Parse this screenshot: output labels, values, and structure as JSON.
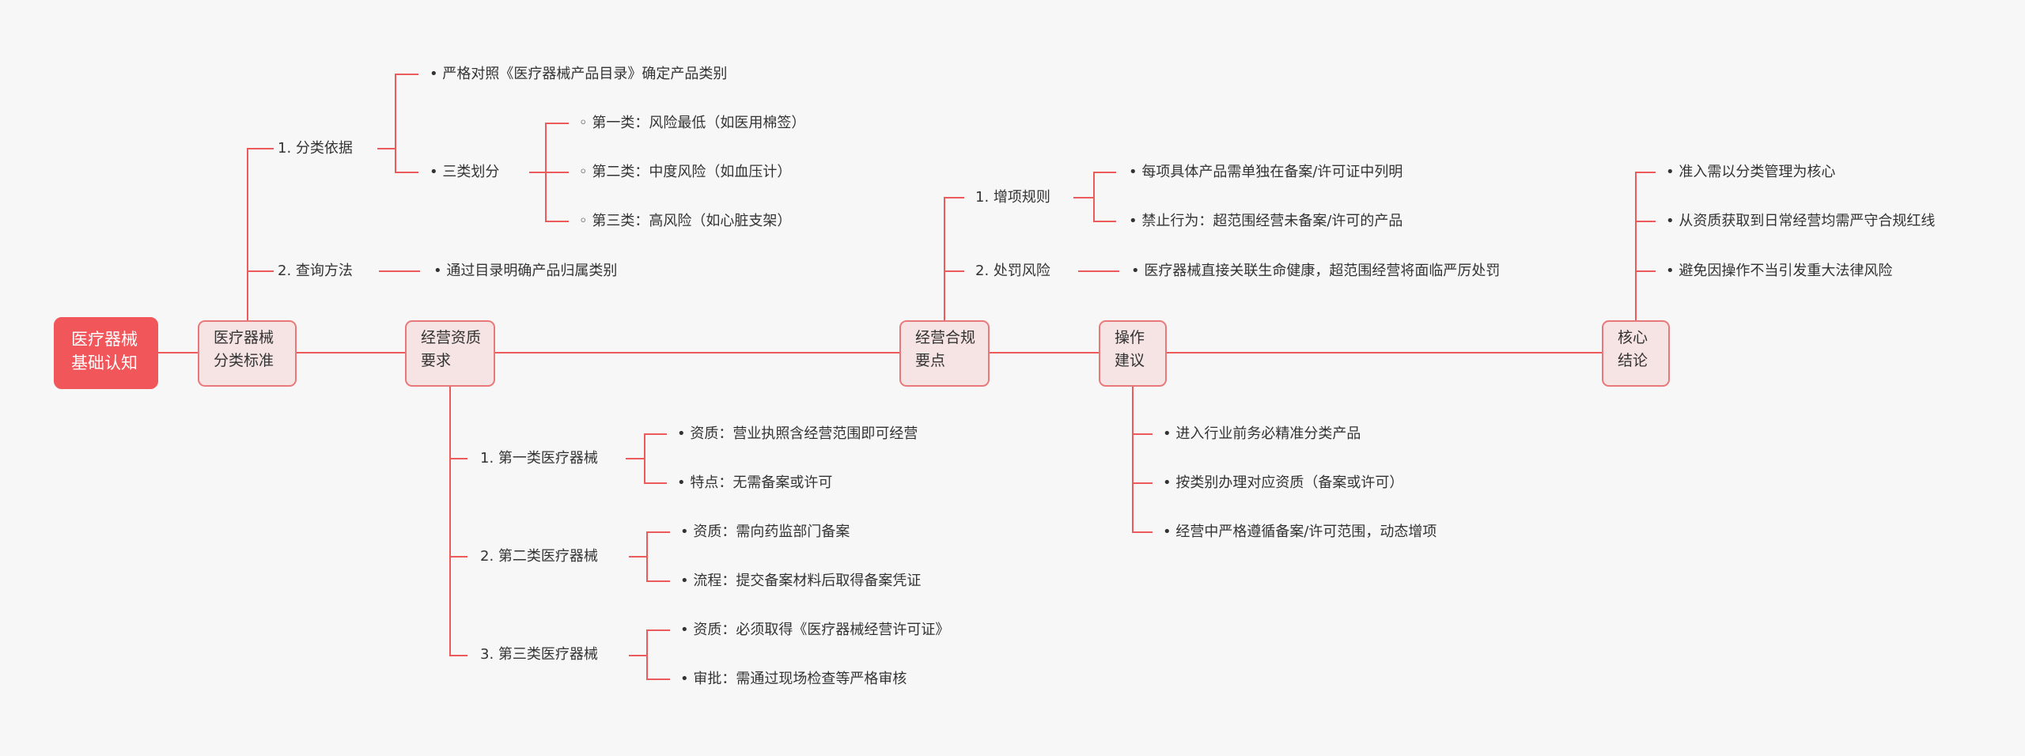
{
  "colors": {
    "line": "#ec5a5c",
    "node_fill": "#f6e3e3",
    "node_border": "#e9787a",
    "root_fill": "#f0565a",
    "background": "#f7f7f7"
  },
  "root": {
    "line1": "医疗器械",
    "line2": "基础认知"
  },
  "n1": {
    "line1": "医疗器械",
    "line2": "分类标准",
    "b1": {
      "label": "1. 分类依据",
      "i1": "• 严格对照《医疗器械产品目录》确定产品类别",
      "i2": "• 三类划分",
      "s1": "◦ 第一类：风险最低（如医用棉签）",
      "s2": "◦ 第二类：中度风险（如血压计）",
      "s3": "◦ 第三类：高风险（如心脏支架）"
    },
    "b2": {
      "label": "2. 查询方法",
      "i1": "• 通过目录明确产品归属类别"
    }
  },
  "n2": {
    "line1": "经营资质",
    "line2": "要求",
    "b1": {
      "label": "1. 第一类医疗器械",
      "i1": "• 资质：营业执照含经营范围即可经营",
      "i2": "• 特点：无需备案或许可"
    },
    "b2": {
      "label": "2. 第二类医疗器械",
      "i1": "• 资质：需向药监部门备案",
      "i2": "• 流程：提交备案材料后取得备案凭证"
    },
    "b3": {
      "label": "3. 第三类医疗器械",
      "i1": "• 资质：必须取得《医疗器械经营许可证》",
      "i2": "• 审批：需通过现场检查等严格审核"
    }
  },
  "n3": {
    "line1": "经营合规",
    "line2": "要点",
    "b1": {
      "label": "1. 增项规则",
      "i1": "• 每项具体产品需单独在备案/许可证中列明",
      "i2": "• 禁止行为：超范围经营未备案/许可的产品"
    },
    "b2": {
      "label": "2. 处罚风险",
      "i1": "• 医疗器械直接关联生命健康，超范围经营将面临严厉处罚"
    }
  },
  "n4": {
    "line1": "操作",
    "line2": "建议",
    "i1": "• 进入行业前务必精准分类产品",
    "i2": "• 按类别办理对应资质（备案或许可）",
    "i3": "• 经营中严格遵循备案/许可范围，动态增项"
  },
  "n5": {
    "line1": "核心",
    "line2": "结论",
    "i1": "• 准入需以分类管理为核心",
    "i2": "• 从资质获取到日常经营均需严守合规红线",
    "i3": "• 避免因操作不当引发重大法律风险"
  }
}
